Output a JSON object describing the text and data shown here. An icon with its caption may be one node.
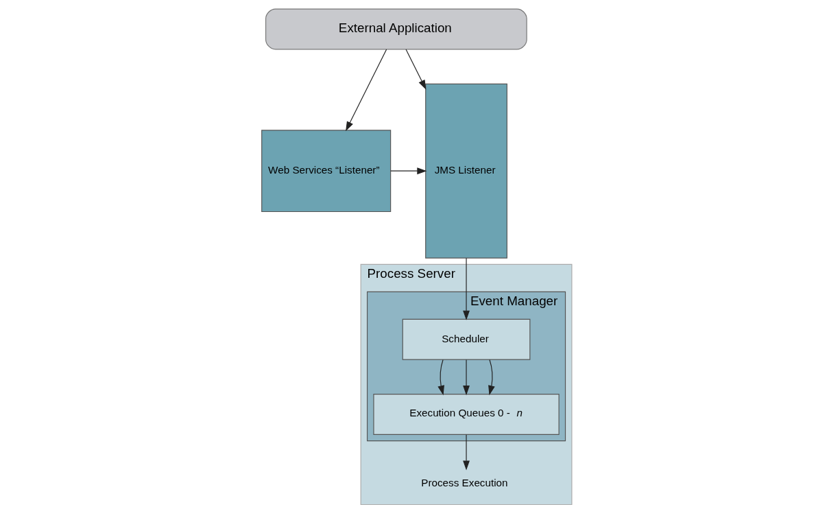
{
  "diagram": {
    "nodes": [
      {
        "text": [
          "External Application"
        ]
      },
      {
        "text": [
          "Web Services “Listener”"
        ]
      },
      {
        "text": [
          "JMS Listener"
        ]
      },
      {
        "text": [
          "Process Server"
        ]
      },
      {
        "text": [
          "Event Manager"
        ],
        "in": 3
      },
      {
        "text": [
          "Scheduler"
        ],
        "in": 4
      },
      {
        "text": [
          "Execution Queues 0 - *n*"
        ],
        "in": 4
      },
      {
        "text": [
          "Process Execution"
        ],
        "in": 3
      }
    ],
    "edges": [
      {
        "from": 0,
        "to": 1,
        "arrow": "to"
      },
      {
        "from": 0,
        "to": 2,
        "arrow": "to"
      },
      {
        "from": 1,
        "to": 2,
        "arrow": "to"
      },
      {
        "from": 2,
        "to": 5,
        "arrow": "to"
      },
      {
        "from": 5,
        "to": 6,
        "arrow": "to"
      },
      {
        "from": 5,
        "to": 6,
        "arrow": "to"
      },
      {
        "from": 5,
        "to": 6,
        "arrow": "to"
      },
      {
        "from": 6,
        "to": 7,
        "arrow": "to"
      }
    ]
  }
}
